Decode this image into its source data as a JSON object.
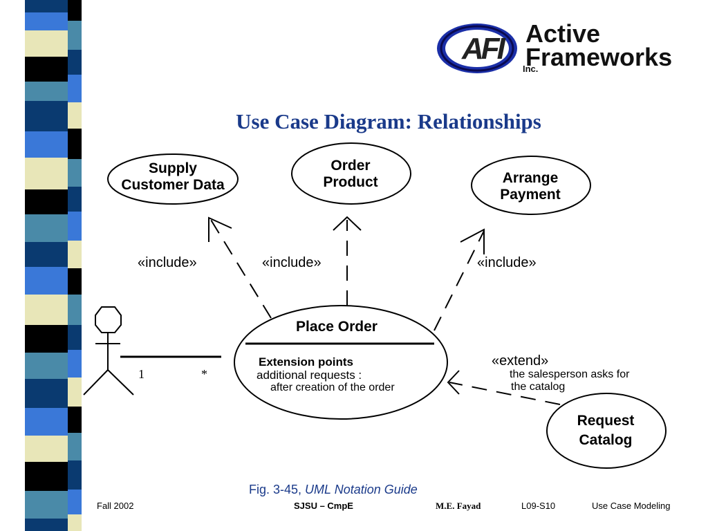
{
  "logo": {
    "initials": "AFI",
    "line1": "Active",
    "line2": "Frameworks",
    "line3": "Inc."
  },
  "title": "Use Case Diagram: Relationships",
  "use_cases": {
    "supply": [
      "Supply",
      "Customer Data"
    ],
    "order": [
      "Order",
      "Product"
    ],
    "arrange": [
      "Arrange",
      "Payment"
    ],
    "place": "Place Order",
    "request": [
      "Request",
      "Catalog"
    ]
  },
  "relationships": {
    "include_left": "«include»",
    "include_mid": "«include»",
    "include_right": "«include»",
    "extend": "«extend»",
    "extend_cond_1": "the salesperson asks for",
    "extend_cond_2": "the catalog"
  },
  "place_order": {
    "ext_header": "Extension points",
    "ext_line1": "additional requests :",
    "ext_line2": "after creation of the order"
  },
  "association": {
    "mult_actor": "1",
    "mult_usecase": "*"
  },
  "caption": {
    "prefix": "Fig. 3-45, ",
    "italic": "UML Notation Guide"
  },
  "footer": {
    "term": "Fall 2002",
    "course": "SJSU – CmpE",
    "author": "M.E. Fayad",
    "slide": "L09-S10",
    "topic": "Use Case Modeling"
  },
  "colors": {
    "title": "#1a3a8a",
    "caption": "#1a3a8a",
    "stripe_blue": "#3a78d8",
    "stripe_navy": "#0a3a70",
    "stripe_cream": "#e8e6b8",
    "stripe_teal": "#4a8aa8"
  }
}
